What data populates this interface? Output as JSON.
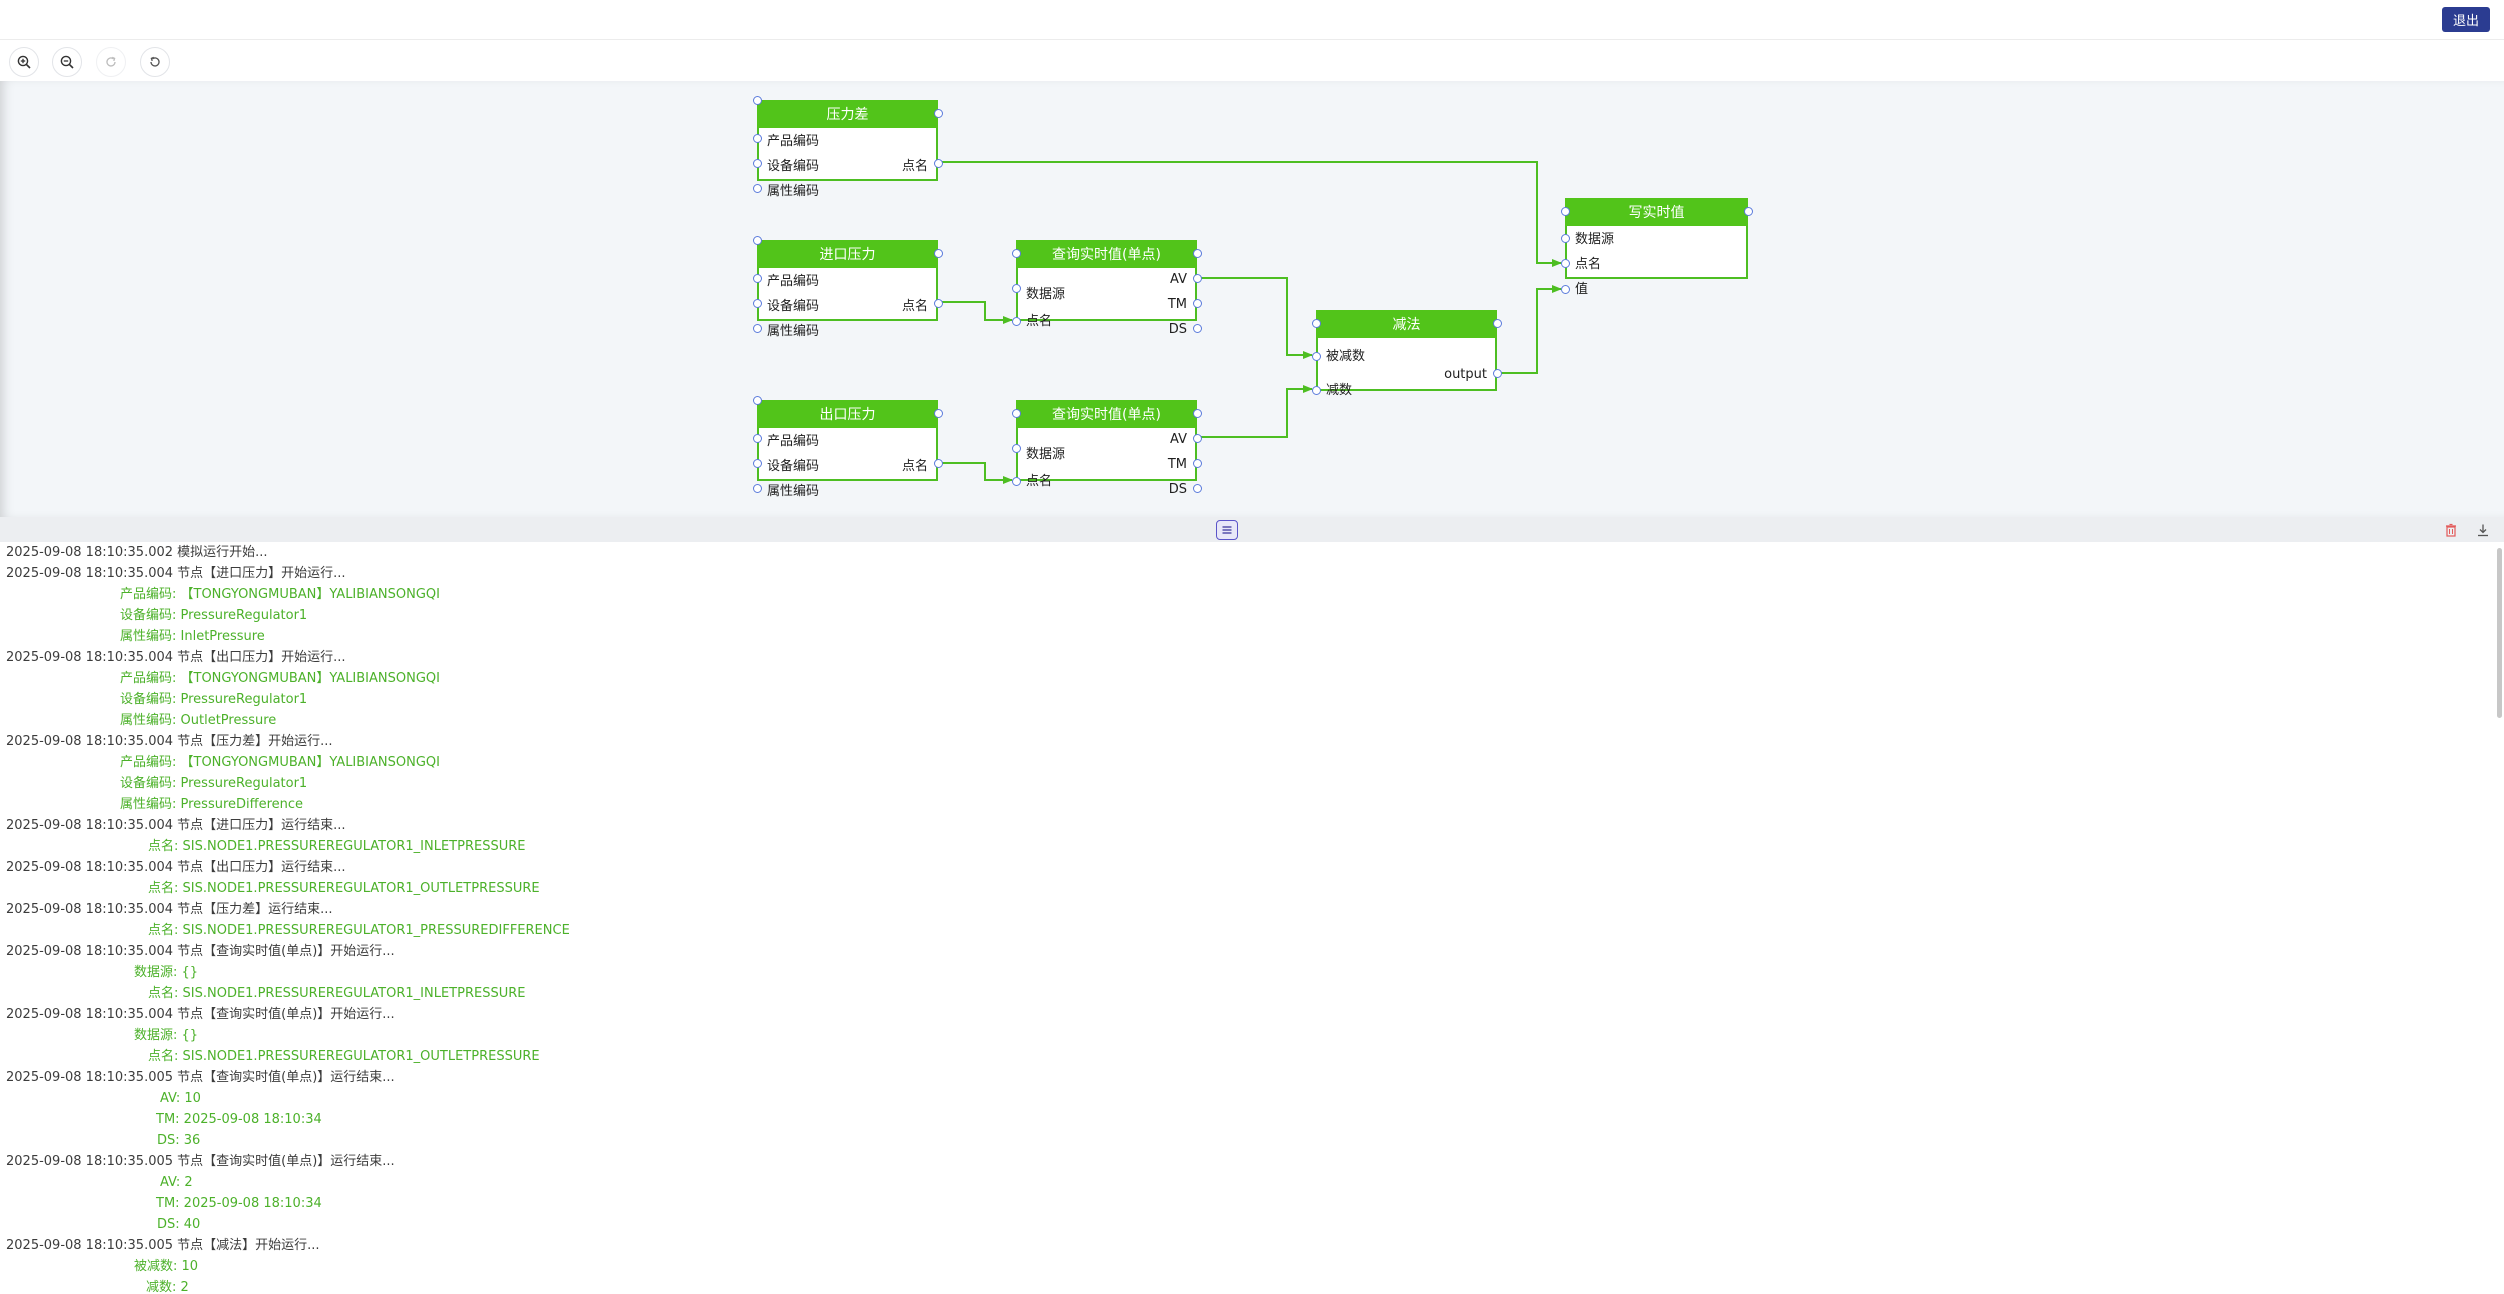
{
  "header": {
    "exit_label": "退出"
  },
  "toolbar": {
    "buttons": [
      {
        "name": "zoom-in",
        "icon": "zoom-in-icon"
      },
      {
        "name": "zoom-out",
        "icon": "zoom-out-icon"
      },
      {
        "name": "redo",
        "icon": "redo-icon"
      },
      {
        "name": "undo",
        "icon": "undo-icon"
      }
    ]
  },
  "colors": {
    "node_green": "#52c41a",
    "edge_green": "#4dbe22",
    "port_blue": "#5b7bdc",
    "exit_button": "#2b3c91",
    "log_detail": "#4cb12a"
  },
  "nodes": {
    "pressure_diff": {
      "title": "压力差",
      "inputs": [
        "产品编码",
        "设备编码",
        "属性编码"
      ],
      "outputs": [
        "点名"
      ]
    },
    "inlet_pressure": {
      "title": "进口压力",
      "inputs": [
        "产品编码",
        "设备编码",
        "属性编码"
      ],
      "outputs": [
        "点名"
      ]
    },
    "outlet_pressure": {
      "title": "出口压力",
      "inputs": [
        "产品编码",
        "设备编码",
        "属性编码"
      ],
      "outputs": [
        "点名"
      ]
    },
    "query_1": {
      "title": "查询实时值(单点)",
      "inputs": [
        "数据源",
        "点名"
      ],
      "outputs": [
        "AV",
        "TM",
        "DS"
      ]
    },
    "query_2": {
      "title": "查询实时值(单点)",
      "inputs": [
        "数据源",
        "点名"
      ],
      "outputs": [
        "AV",
        "TM",
        "DS"
      ]
    },
    "subtract": {
      "title": "减法",
      "inputs": [
        "被减数",
        "减数"
      ],
      "outputs": [
        "output"
      ]
    },
    "write_realtime": {
      "title": "写实时值",
      "inputs": [
        "数据源",
        "点名",
        "值"
      ],
      "outputs": []
    }
  },
  "log": {
    "lines": [
      {
        "kind": "head",
        "text": "2025-09-08 18:10:35.002 模拟运行开始..."
      },
      {
        "kind": "head",
        "text": "2025-09-08 18:10:35.004 节点【进口压力】开始运行..."
      },
      {
        "kind": "detail",
        "indent": 120,
        "text": "产品编码: 【TONGYONGMUBAN】YALIBIANSONGQI"
      },
      {
        "kind": "detail",
        "indent": 120,
        "text": "设备编码: PressureRegulator1"
      },
      {
        "kind": "detail",
        "indent": 120,
        "text": "属性编码: InletPressure"
      },
      {
        "kind": "head",
        "text": "2025-09-08 18:10:35.004 节点【出口压力】开始运行..."
      },
      {
        "kind": "detail",
        "indent": 120,
        "text": "产品编码: 【TONGYONGMUBAN】YALIBIANSONGQI"
      },
      {
        "kind": "detail",
        "indent": 120,
        "text": "设备编码: PressureRegulator1"
      },
      {
        "kind": "detail",
        "indent": 120,
        "text": "属性编码: OutletPressure"
      },
      {
        "kind": "head",
        "text": "2025-09-08 18:10:35.004 节点【压力差】开始运行..."
      },
      {
        "kind": "detail",
        "indent": 120,
        "text": "产品编码: 【TONGYONGMUBAN】YALIBIANSONGQI"
      },
      {
        "kind": "detail",
        "indent": 120,
        "text": "设备编码: PressureRegulator1"
      },
      {
        "kind": "detail",
        "indent": 120,
        "text": "属性编码: PressureDifference"
      },
      {
        "kind": "head",
        "text": "2025-09-08 18:10:35.004 节点【进口压力】运行结束..."
      },
      {
        "kind": "detail",
        "indent": 148,
        "text": "点名: SIS.NODE1.PRESSUREREGULATOR1_INLETPRESSURE"
      },
      {
        "kind": "head",
        "text": "2025-09-08 18:10:35.004 节点【出口压力】运行结束..."
      },
      {
        "kind": "detail",
        "indent": 148,
        "text": "点名: SIS.NODE1.PRESSUREREGULATOR1_OUTLETPRESSURE"
      },
      {
        "kind": "head",
        "text": "2025-09-08 18:10:35.004 节点【压力差】运行结束..."
      },
      {
        "kind": "detail",
        "indent": 148,
        "text": "点名: SIS.NODE1.PRESSUREREGULATOR1_PRESSUREDIFFERENCE"
      },
      {
        "kind": "head",
        "text": "2025-09-08 18:10:35.004 节点【查询实时值(单点)】开始运行..."
      },
      {
        "kind": "detail",
        "indent": 134,
        "text": "数据源: {}"
      },
      {
        "kind": "detail",
        "indent": 148,
        "text": "点名: SIS.NODE1.PRESSUREREGULATOR1_INLETPRESSURE"
      },
      {
        "kind": "head",
        "text": "2025-09-08 18:10:35.004 节点【查询实时值(单点)】开始运行..."
      },
      {
        "kind": "detail",
        "indent": 134,
        "text": "数据源: {}"
      },
      {
        "kind": "detail",
        "indent": 148,
        "text": "点名: SIS.NODE1.PRESSUREREGULATOR1_OUTLETPRESSURE"
      },
      {
        "kind": "head",
        "text": "2025-09-08 18:10:35.005 节点【查询实时值(单点)】运行结束..."
      },
      {
        "kind": "detail",
        "indent": 160,
        "text": "AV: 10"
      },
      {
        "kind": "detail",
        "indent": 156,
        "text": "TM: 2025-09-08 18:10:34"
      },
      {
        "kind": "detail",
        "indent": 157,
        "text": "DS: 36"
      },
      {
        "kind": "head",
        "text": "2025-09-08 18:10:35.005 节点【查询实时值(单点)】运行结束..."
      },
      {
        "kind": "detail",
        "indent": 160,
        "text": "AV: 2"
      },
      {
        "kind": "detail",
        "indent": 156,
        "text": "TM: 2025-09-08 18:10:34"
      },
      {
        "kind": "detail",
        "indent": 157,
        "text": "DS: 40"
      },
      {
        "kind": "head",
        "text": "2025-09-08 18:10:35.005 节点【减法】开始运行..."
      },
      {
        "kind": "detail",
        "indent": 134,
        "text": "被减数: 10"
      },
      {
        "kind": "detail",
        "indent": 146,
        "text": "减数: 2"
      }
    ]
  }
}
